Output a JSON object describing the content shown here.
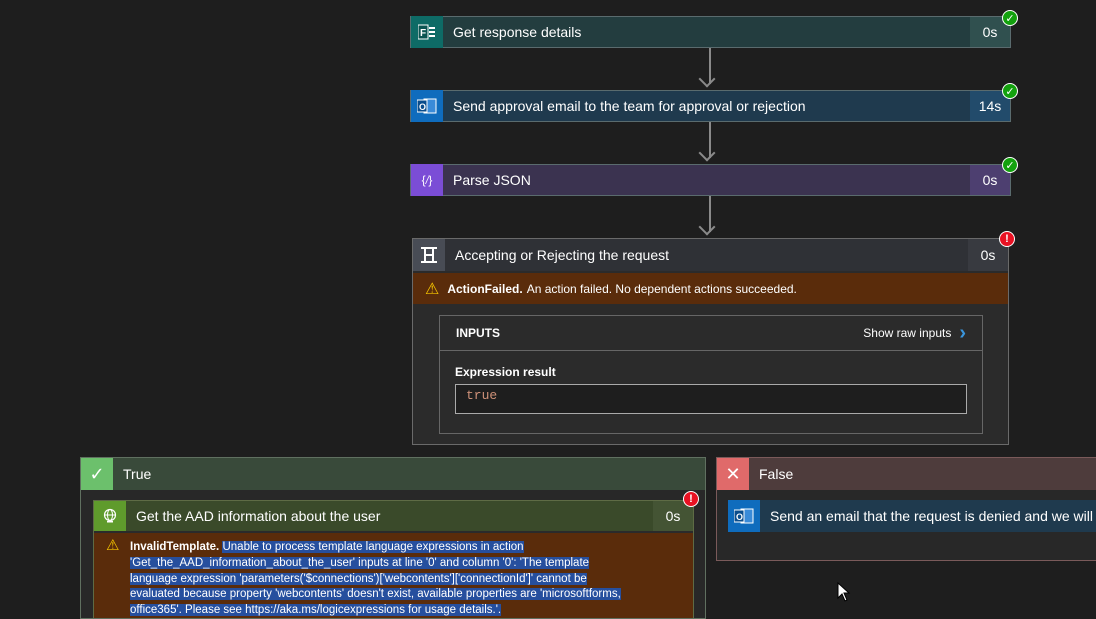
{
  "steps": [
    {
      "title": "Get response details",
      "duration": "0s",
      "icon": "forms-icon",
      "icon_text": "F",
      "color": "#0e6b66",
      "status": "success"
    },
    {
      "title": "Send approval email to the team for approval or rejection",
      "duration": "14s",
      "icon": "outlook-icon",
      "icon_text": "O",
      "color": "#0f6cbd",
      "status": "success"
    },
    {
      "title": "Parse JSON",
      "duration": "0s",
      "icon": "braces-icon",
      "icon_text": "{ }",
      "color": "#7b4dd6",
      "status": "success"
    }
  ],
  "condition": {
    "title": "Accepting or Rejecting the request",
    "duration": "0s",
    "status": "error",
    "error": {
      "code": "ActionFailed.",
      "message": "An action failed. No dependent actions succeeded."
    },
    "inputs": {
      "header": "INPUTS",
      "show_raw": "Show raw inputs",
      "result_label": "Expression result",
      "result_value": "true"
    }
  },
  "true_branch": {
    "label": "True",
    "action": {
      "title": "Get the AAD information about the user",
      "duration": "0s",
      "status": "error"
    },
    "error": {
      "code": "InvalidTemplate.",
      "message": "Unable to process template language expressions in action",
      "lines": [
        "'Get_the_AAD_information_about_the_user' inputs at line '0' and column '0': 'The template",
        "language expression 'parameters('$connections')['webcontents']['connectionId']' cannot be",
        "evaluated because property 'webcontents' doesn't exist, available properties are 'microsoftforms,",
        "office365'. Please see https://aka.ms/logicexpressions for usage details.'."
      ]
    }
  },
  "false_branch": {
    "label": "False",
    "action": {
      "title": "Send an email that the request is denied and we will"
    }
  },
  "colors": {
    "success": "#13a10e",
    "error": "#e81123",
    "error_banner": "#5a2c0b",
    "true_header": "#394a3a",
    "false_header": "#4e3c3c"
  }
}
